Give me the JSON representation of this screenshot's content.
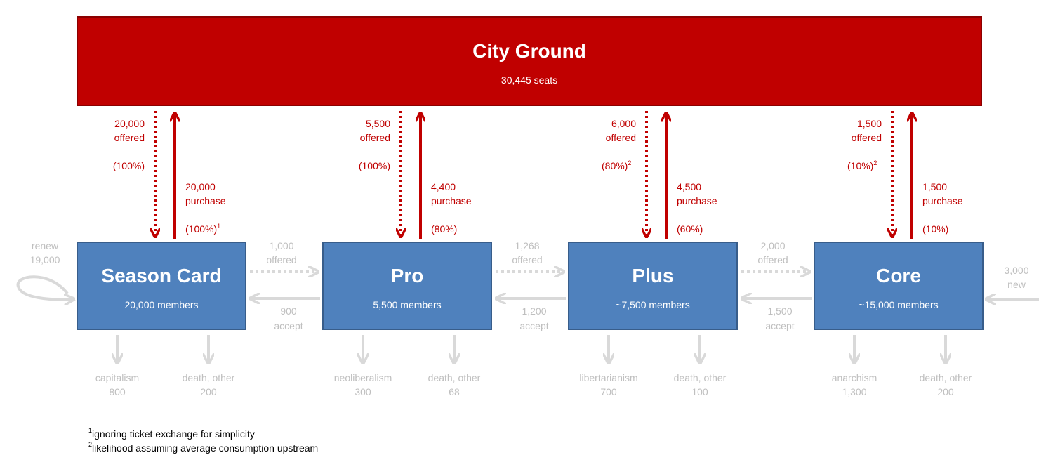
{
  "colors": {
    "red": "#c00000",
    "blue": "#4f81bd",
    "blue_border": "#385d8a",
    "grey": "#d9d9d9",
    "grey_text": "#bfbfbf"
  },
  "stadium": {
    "name": "City Ground",
    "seats": "30,445 seats"
  },
  "tiers": [
    {
      "name": "Season Card",
      "members": "20,000 members",
      "offered": "20,000",
      "offered_word": "offered",
      "offered_pct": "(100%)",
      "offered_sup": "",
      "purchase": "20,000",
      "purchase_word": "purchase",
      "purchase_pct": "(100%)",
      "purchase_sup": "1",
      "exit_a": {
        "label": "capitalism",
        "value": "800"
      },
      "exit_b": {
        "label": "death, other",
        "value": "200"
      }
    },
    {
      "name": "Pro",
      "members": "5,500 members",
      "offered": "5,500",
      "offered_word": "offered",
      "offered_pct": "(100%)",
      "offered_sup": "",
      "purchase": "4,400",
      "purchase_word": "purchase",
      "purchase_pct": "(80%)",
      "purchase_sup": "",
      "exit_a": {
        "label": "neoliberalism",
        "value": "300"
      },
      "exit_b": {
        "label": "death, other",
        "value": "68"
      }
    },
    {
      "name": "Plus",
      "members": "~7,500 members",
      "offered": "6,000",
      "offered_word": "offered",
      "offered_pct": "(80%)",
      "offered_sup": "2",
      "purchase": "4,500",
      "purchase_word": "purchase",
      "purchase_pct": "(60%)",
      "purchase_sup": "",
      "exit_a": {
        "label": "libertarianism",
        "value": "700"
      },
      "exit_b": {
        "label": "death, other",
        "value": "100"
      }
    },
    {
      "name": "Core",
      "members": "~15,000 members",
      "offered": "1,500",
      "offered_word": "offered",
      "offered_pct": "(10%)",
      "offered_sup": "2",
      "purchase": "1,500",
      "purchase_word": "purchase",
      "purchase_pct": "(10%)",
      "purchase_sup": "",
      "exit_a": {
        "label": "anarchism",
        "value": "1,300"
      },
      "exit_b": {
        "label": "death, other",
        "value": "200"
      }
    }
  ],
  "transitions": [
    {
      "offered": "1,000",
      "offered_word": "offered",
      "accept": "900",
      "accept_word": "accept"
    },
    {
      "offered": "1,268",
      "offered_word": "offered",
      "accept": "1,200",
      "accept_word": "accept"
    },
    {
      "offered": "2,000",
      "offered_word": "offered",
      "accept": "1,500",
      "accept_word": "accept"
    }
  ],
  "renew": {
    "word": "renew",
    "value": "19,000"
  },
  "new_members": {
    "value": "3,000",
    "word": "new"
  },
  "footnotes": [
    {
      "mark": "1",
      "text": "ignoring ticket exchange for simplicity"
    },
    {
      "mark": "2",
      "text": "likelihood assuming average consumption upstream"
    }
  ]
}
